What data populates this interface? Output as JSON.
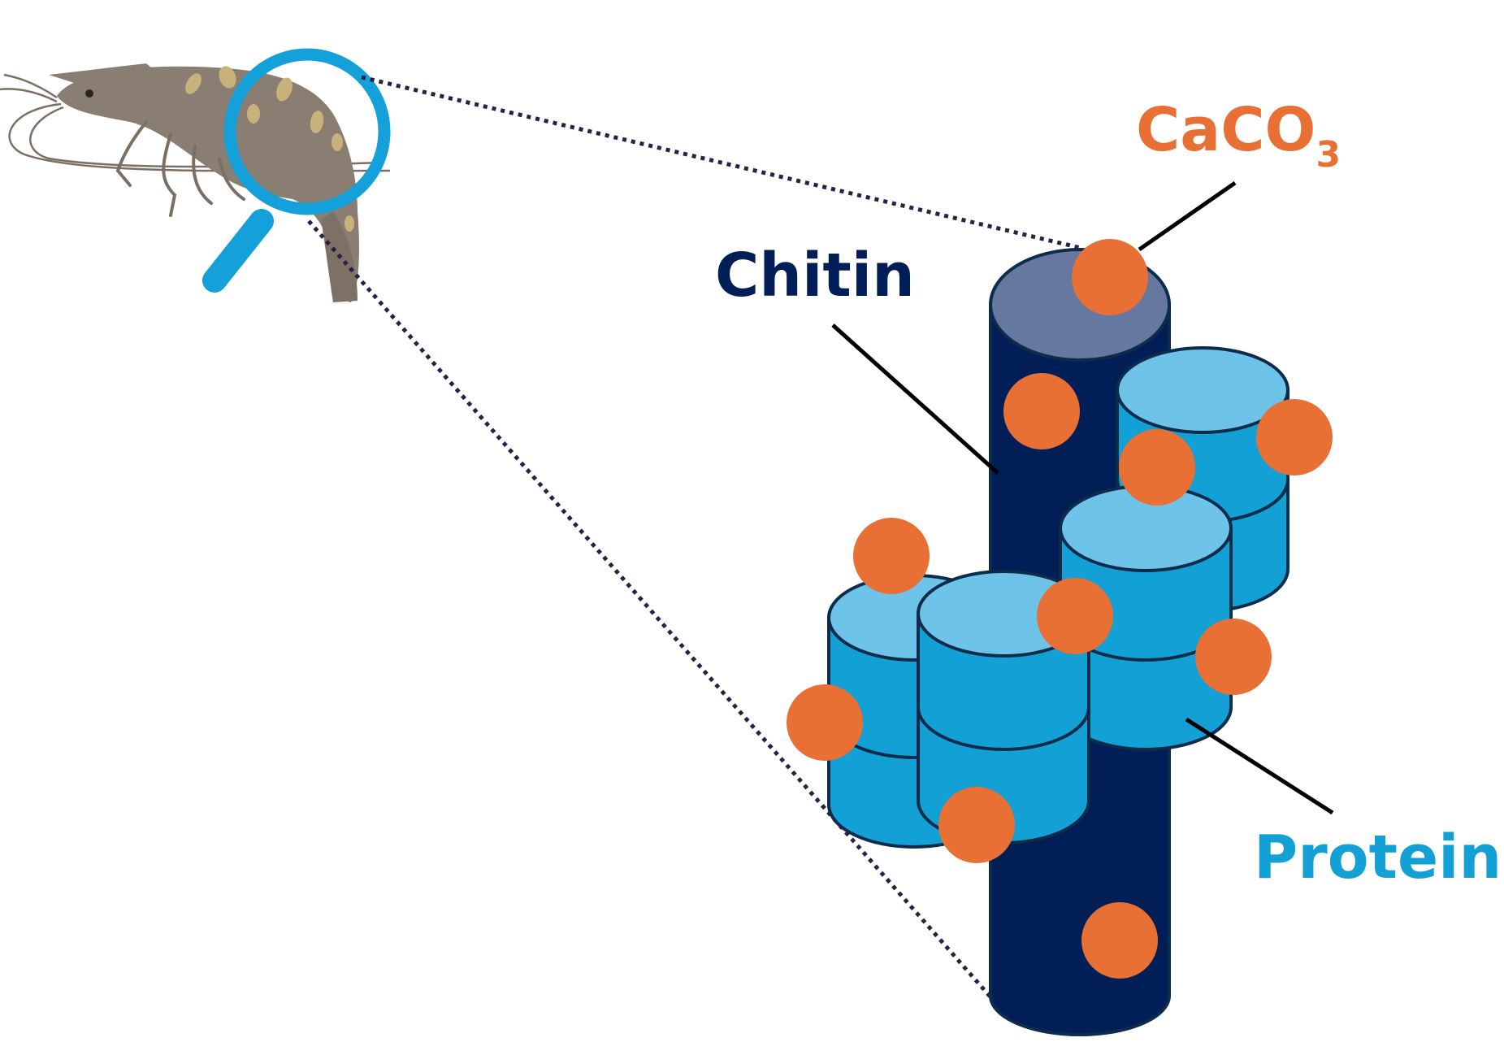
{
  "labels": {
    "caco3_main": "CaCO",
    "caco3_sub": "3",
    "chitin": "Chitin",
    "protein": "Protein"
  },
  "colors": {
    "caco3": "#e87034",
    "chitin_dark": "#021e57",
    "chitin_top": "#6677a0",
    "protein_side": "#12a0d5",
    "protein_top": "#6ec4e8",
    "magnifier": "#14a0d8",
    "dotted_line": "#2c1e45",
    "shrimp_body": "#8a7d71",
    "shrimp_spot": "#c8b27c"
  },
  "icons": {
    "organism": "shrimp-icon",
    "zoom": "magnifying-glass-icon"
  }
}
